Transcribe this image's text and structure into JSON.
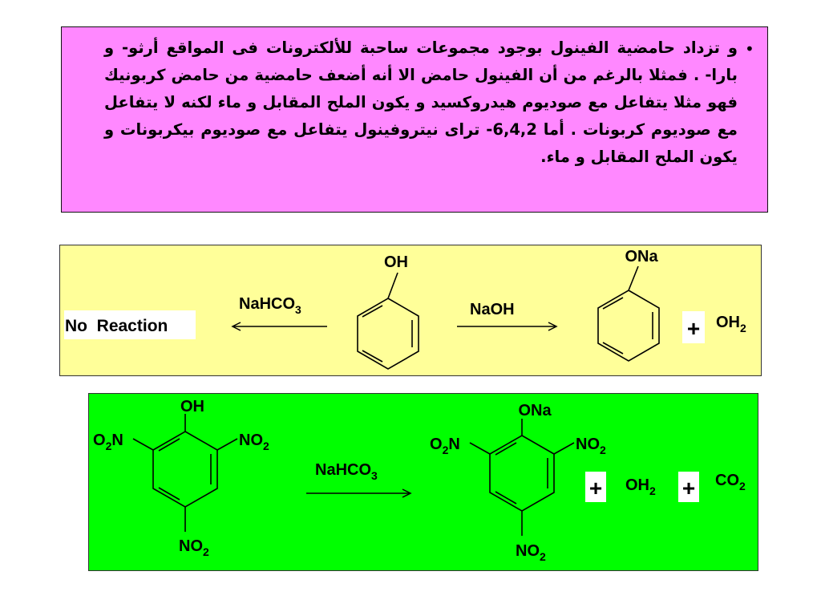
{
  "colors": {
    "text_panel_bg": "#ff88ff",
    "phenol_panel_bg": "#ffff99",
    "picric_panel_bg": "#00ff00",
    "ink": "#000000"
  },
  "text_panel": {
    "bullet": "•",
    "paragraph": "و تزداد حامضية الفينول بوجود مجموعات ساحبة للألكترونات فى المواقع أرثو- و بارا- . فمثلا بالرغم من أن الفينول حامض الا أنه أضعف حامضية من حامض كربونيك فهو مثلا يتفاعل مع صوديوم هيدروكسيد و يكون الملح المقابل و ماء لكنه لا يتفاعل مع صوديوم كربونات . أما 6,4,2- ترای نيتروفينول يتفاعل مع صوديوم بيكربونات و يكون الملح المقابل و ماء."
  },
  "phenol_scheme": {
    "reactant_substituent": "OH",
    "left_reagent": {
      "main": "NaHCO",
      "sub": "3"
    },
    "no_reaction_label": "No  Reaction",
    "right_reagent": "NaOH",
    "product_substituent": "ONa",
    "plus": "+",
    "water": {
      "main": "OH",
      "sub": "2"
    }
  },
  "picric_scheme": {
    "reactant": {
      "top": "OH",
      "left": {
        "a": "O",
        "sub": "2",
        "b": "N"
      },
      "right": {
        "a": "NO",
        "sub": "2"
      },
      "bottom": {
        "a": "NO",
        "sub": "2"
      }
    },
    "reagent": {
      "main": "NaHCO",
      "sub": "3"
    },
    "product": {
      "top": "ONa",
      "left": {
        "a": "O",
        "sub": "2",
        "b": "N"
      },
      "right": {
        "a": "NO",
        "sub": "2"
      },
      "bottom": {
        "a": "NO",
        "sub": "2"
      }
    },
    "plus_1": "+",
    "water": {
      "main": "OH",
      "sub": "2"
    },
    "plus_2": "+",
    "co2": {
      "main": "CO",
      "sub": "2"
    }
  }
}
